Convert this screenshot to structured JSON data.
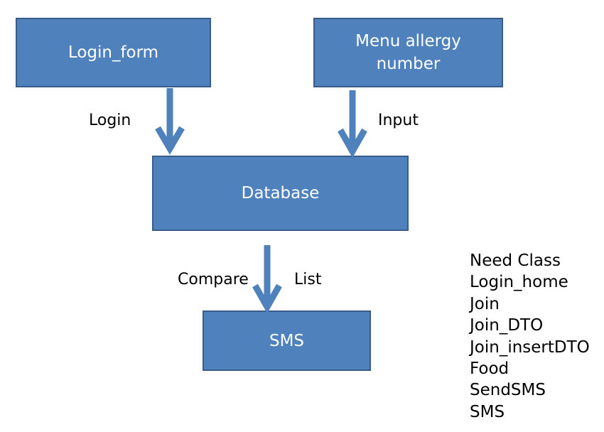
{
  "boxes": {
    "login_form": "Login_form",
    "menu_allergy": "Menu allergy number",
    "database": "Database",
    "sms": "SMS"
  },
  "edge_labels": {
    "login": "Login",
    "input": "Input",
    "compare": "Compare",
    "list": "List"
  },
  "need_class": {
    "title": "Need Class",
    "items": [
      "Login_home",
      "Join",
      "Join_DTO",
      "Join_insertDTO",
      "Food",
      "SendSMS",
      "SMS"
    ]
  },
  "colors": {
    "box_fill": "#4f81bd",
    "box_border": "#385d8a",
    "arrow": "#4f81bd"
  }
}
